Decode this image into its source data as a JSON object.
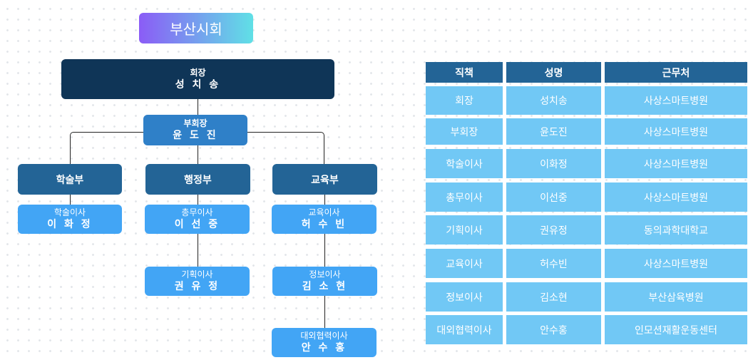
{
  "title": "부산시회",
  "chart": {
    "president": {
      "role": "회장",
      "name": "성 치 송"
    },
    "vice": {
      "role": "부회장",
      "name": "윤 도 진"
    },
    "departments": [
      "학술부",
      "행정부",
      "교육부"
    ],
    "directors": [
      {
        "role": "학술이사",
        "name": "이 화 정"
      },
      {
        "role": "총무이사",
        "name": "이 선 중"
      },
      {
        "role": "교육이사",
        "name": "허 수 빈"
      },
      {
        "role": "기획이사",
        "name": "권 유 정"
      },
      {
        "role": "정보이사",
        "name": "김 소 현"
      },
      {
        "role": "대외협력이사",
        "name": "안 수 홍"
      }
    ]
  },
  "table": {
    "headers": [
      "직책",
      "성명",
      "근무처"
    ],
    "rows": [
      [
        "회장",
        "성치송",
        "사상스마트병원"
      ],
      [
        "부회장",
        "윤도진",
        "사상스마트병원"
      ],
      [
        "학술이사",
        "이화정",
        "사상스마트병원"
      ],
      [
        "총무이사",
        "이선중",
        "사상스마트병원"
      ],
      [
        "기획이사",
        "권유정",
        "동의과학대학교"
      ],
      [
        "교육이사",
        "허수빈",
        "사상스마트병원"
      ],
      [
        "정보이사",
        "김소현",
        "부산삼육병원"
      ],
      [
        "대외협력이사",
        "안수홍",
        "인모션재활운동센터"
      ]
    ]
  }
}
